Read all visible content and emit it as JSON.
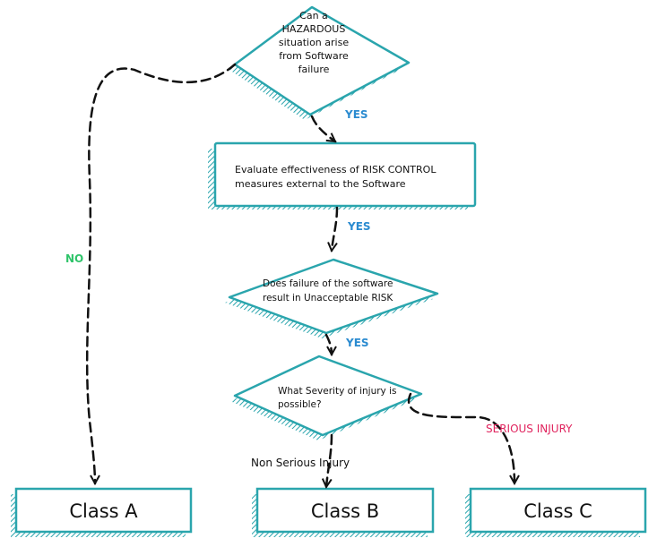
{
  "nodes": {
    "hazard_question": "Can a HAZARDOUS situation arise from Software failure",
    "risk_control_process": "Evaluate effectiveness of RISK CONTROL measures  external to the Software",
    "risk_question": "Does failure of the software result in Unacceptable RISK",
    "severity_question": "What Severity of injury is possible?",
    "class_a": "Class A",
    "class_b": "Class B",
    "class_c": "Class C"
  },
  "edge_labels": {
    "yes_1": "YES",
    "yes_2": "YES",
    "yes_3": "YES",
    "no": "NO",
    "non_serious": "Non Serious  Injury",
    "serious": "SERIOUS INJURY"
  },
  "colors": {
    "shape_stroke": "#2aa5ad",
    "connector": "#111111",
    "yes": "#2b8bd0",
    "no": "#2fc46a",
    "serious": "#e0245e"
  }
}
